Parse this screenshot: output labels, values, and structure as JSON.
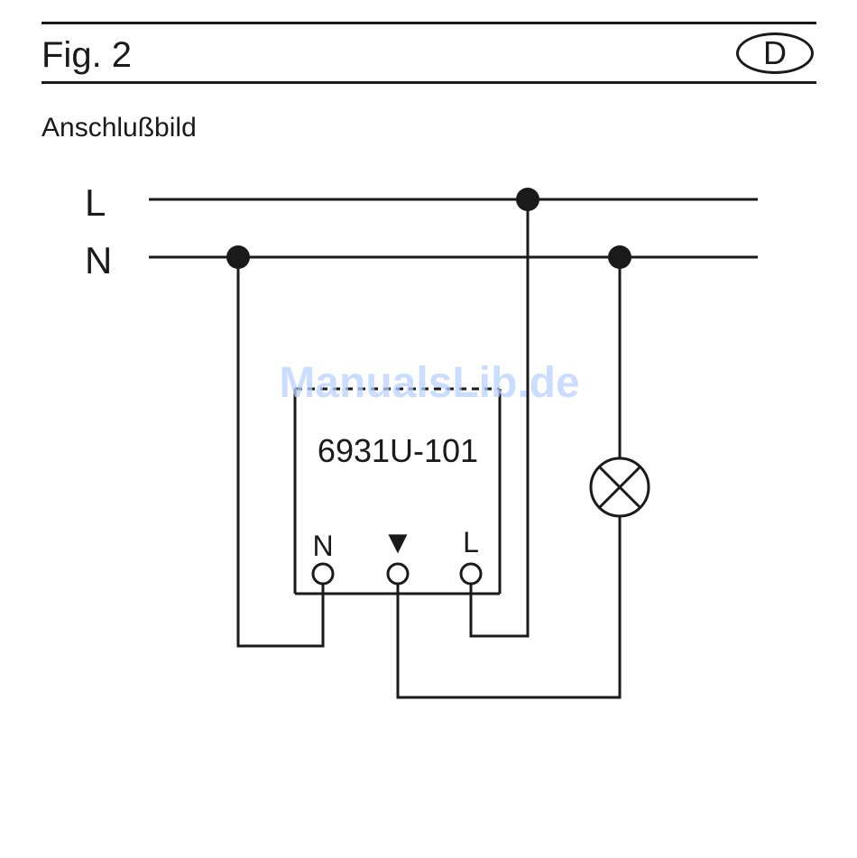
{
  "header": {
    "figure": "Fig. 2",
    "language_badge": "D"
  },
  "subtitle": "Anschlußbild",
  "diagram": {
    "line_labels": {
      "phase": "L",
      "neutral": "N"
    },
    "device": {
      "model": "6931U-101",
      "terminal_labels": {
        "neutral": "N",
        "switched": "▼",
        "phase": "L"
      }
    },
    "load_symbol": "lamp"
  },
  "watermark": "ManualsLib.de",
  "colors": {
    "ink": "#1a1a1a",
    "watermark": "#b9d2ff",
    "background": "#ffffff"
  }
}
